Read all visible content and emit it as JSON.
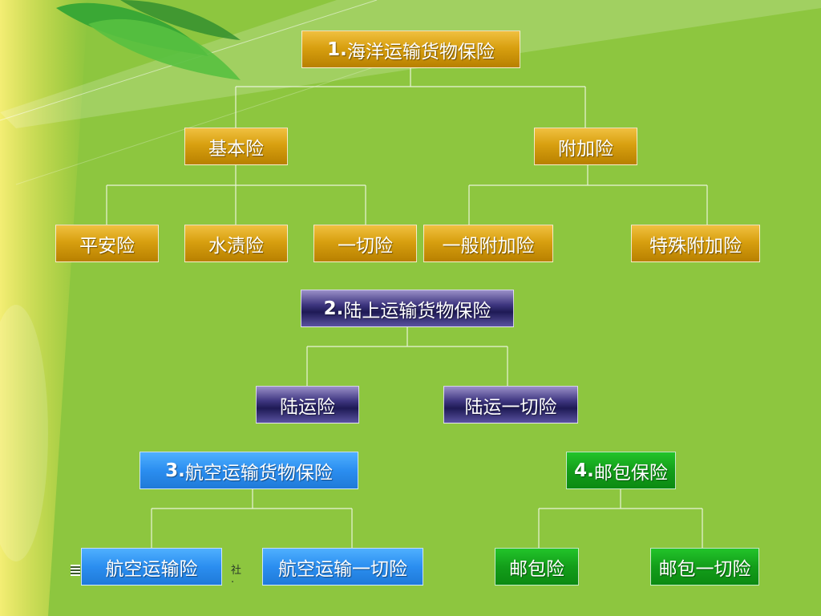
{
  "sections": {
    "marine": {
      "number": "1.",
      "title": "海洋运输货物保险",
      "basic": {
        "label": "基本险",
        "children": [
          "平安险",
          "水渍险",
          "一切险"
        ]
      },
      "additional": {
        "label": "附加险",
        "children": [
          "一般附加险",
          "特殊附加险"
        ]
      }
    },
    "land": {
      "number": "2.",
      "title": "陆上运输货物保险",
      "children": [
        "陆运险",
        "陆运一切险"
      ]
    },
    "air": {
      "number": "3.",
      "title": "航空运输货物保险",
      "children": [
        "航空运输险",
        "航空运输一切险"
      ]
    },
    "parcel": {
      "number": "4.",
      "title": "邮包保险",
      "children": [
        "邮包险",
        "邮包一切险"
      ]
    }
  },
  "colors": {
    "background": "#8dc63f",
    "marine": "#d8a010",
    "land": "#2e2870",
    "air": "#2b8ef0",
    "parcel": "#139e1a"
  }
}
